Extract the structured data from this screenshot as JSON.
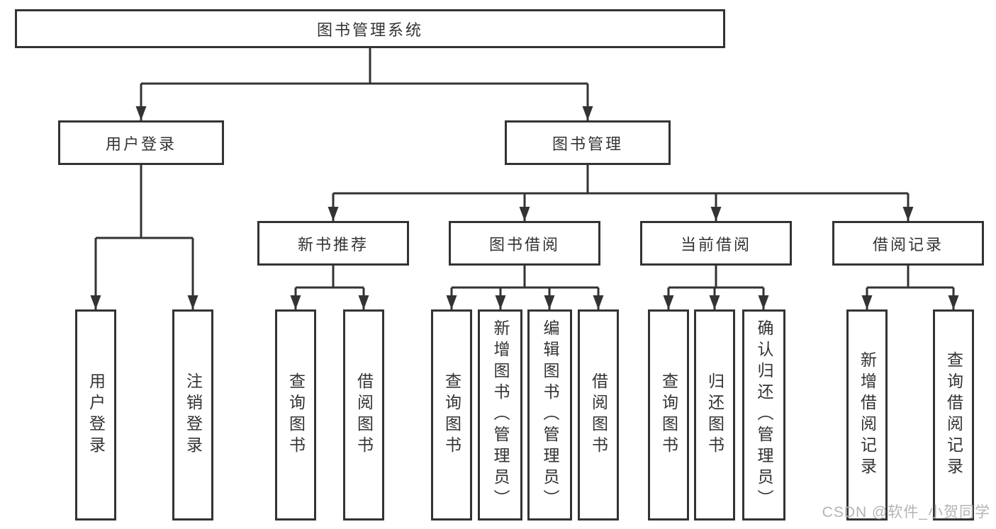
{
  "diagram": {
    "root": {
      "label": "图书管理系统"
    },
    "branches": [
      {
        "label": "用户登录",
        "children": [
          {
            "label": "用户登录"
          },
          {
            "label": "注销登录"
          }
        ]
      },
      {
        "label": "图书管理",
        "children": [
          {
            "label": "新书推荐",
            "children": [
              {
                "label": "查询图书"
              },
              {
                "label": "借阅图书"
              }
            ]
          },
          {
            "label": "图书借阅",
            "children": [
              {
                "label": "查询图书"
              },
              {
                "label": "新增图书（管理员）"
              },
              {
                "label": "编辑图书（管理员）"
              },
              {
                "label": "借阅图书"
              }
            ]
          },
          {
            "label": "当前借阅",
            "children": [
              {
                "label": "查询图书"
              },
              {
                "label": "归还图书"
              },
              {
                "label": "确认归还（管理员）"
              }
            ]
          },
          {
            "label": "借阅记录",
            "children": [
              {
                "label": "新增借阅记录"
              },
              {
                "label": "查询借阅记录"
              }
            ]
          }
        ]
      }
    ]
  },
  "watermark": {
    "text": "CSDN @软件_小贺同学"
  },
  "colors": {
    "line": "#333333",
    "box_border": "#333333",
    "text": "#333333",
    "box_background": "#ffffff",
    "canvas_background": "#ffffff",
    "watermark": "#b4b4b4"
  }
}
